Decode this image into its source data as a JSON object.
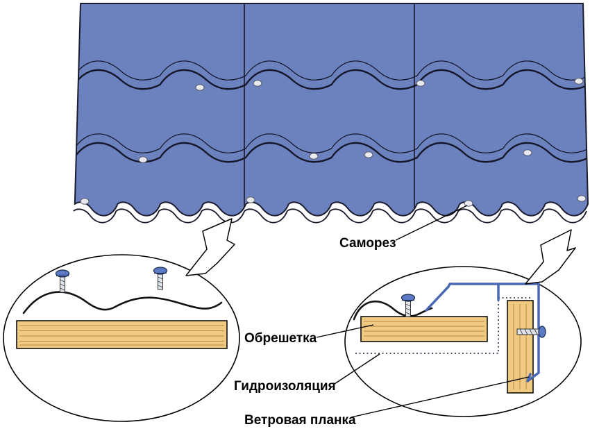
{
  "diagram": {
    "type": "metal-tile-roofing-installation-detail",
    "labels": {
      "screw": "Саморез",
      "batten": "Обрешетка",
      "waterproofing": "Гидроизоляция",
      "wind_strip": "Ветровая планка"
    },
    "colors": {
      "tile_blue": "#6b82be",
      "wave_line": "#17172b",
      "outline_dark": "#1c1c30",
      "wood_fill": "#f0ca82",
      "wood_grain": "#b8893e",
      "screw_blue": "#5b79c4",
      "strip_blue": "#4a69b4",
      "screw_dot_fill": "#e9e9f0",
      "screw_dot_stroke": "#5a5a66",
      "label_color": "#000000",
      "background": "#ffffff"
    }
  }
}
